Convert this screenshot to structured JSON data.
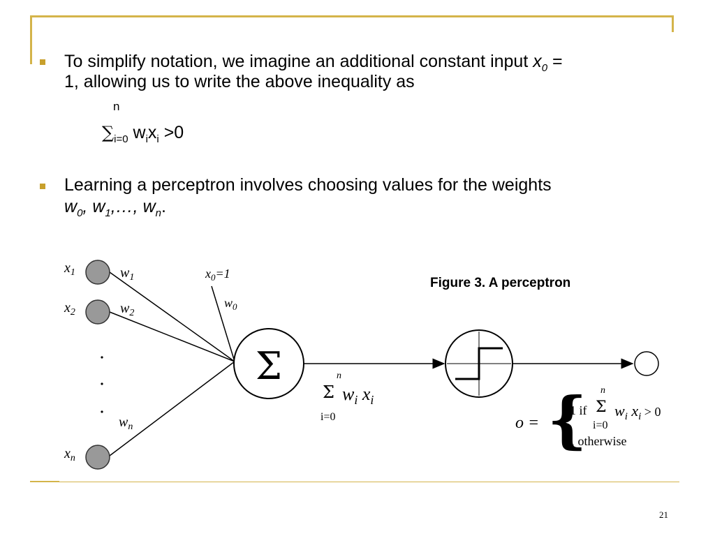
{
  "slide": {
    "bullet1": {
      "line1": "To simplify notation, we imagine an additional constant input",
      "x_var": "x",
      "x_sub": "0",
      "equals": " =",
      "line2": "1, allowing us to write the above inequality as"
    },
    "formula": {
      "upper": "n",
      "sigma": "∑",
      "lower": "i=0",
      "w": " w",
      "w_sub": "i",
      "x": "x",
      "x_sub": "i",
      "rhs": " >0"
    },
    "bullet2": {
      "line1": "Learning a perceptron involves choosing values for the weights",
      "w0": "w",
      "w0_sub": "0",
      "sep1": ", ",
      "w1": "w",
      "w1_sub": "1",
      "dots": ",…, ",
      "wn": "w",
      "wn_sub": "n",
      "end": "."
    },
    "figure": {
      "caption": "Figure 3. A perceptron",
      "inputs": [
        {
          "label": "x",
          "sub": "1",
          "weight": "w",
          "weight_sub": "1"
        },
        {
          "label": "x",
          "sub": "2",
          "weight": "w",
          "weight_sub": "2"
        },
        {
          "label": "x",
          "sub": "n",
          "weight": "w",
          "weight_sub": "n"
        }
      ],
      "bias_label": "x",
      "bias_sub": "0",
      "bias_eq": "=1",
      "bias_weight": "w",
      "bias_weight_sub": "0",
      "sum_symbol": "Σ",
      "sum_expr": {
        "upper": "n",
        "sigma": "Σ",
        "lower": "i=0",
        "term": "w",
        "term_sub": "i",
        "term2": " x",
        "term2_sub": "i"
      },
      "output_eq": {
        "o": "o =",
        "case1_prefix": "1 if",
        "case1_upper": "n",
        "case1_sigma": "Σ",
        "case1_lower": "i=0",
        "case1_term": "w",
        "case1_term_sub": "i",
        "case1_term2": " x",
        "case1_term2_sub": "i",
        "case1_cond": " > 0",
        "case2": "-1 otherwise"
      }
    },
    "page_number": "21"
  },
  "colors": {
    "accent": "#d4b44a",
    "bullet": "#c8a02c",
    "node_fill": "#999999"
  }
}
